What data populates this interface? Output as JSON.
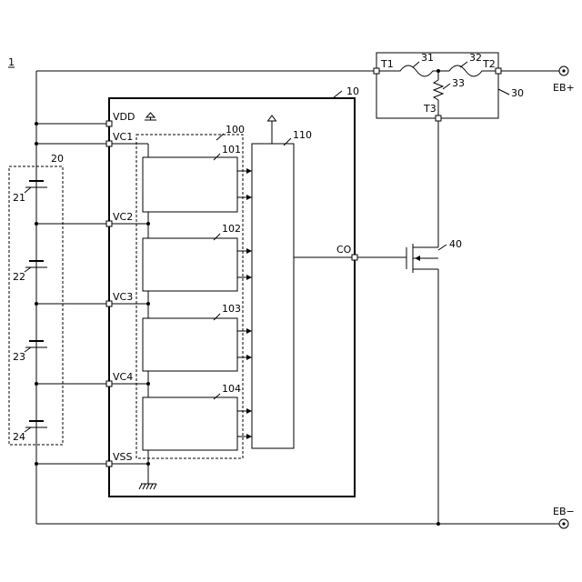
{
  "figure_number": "1",
  "ic": {
    "ref": "10",
    "pins": {
      "vdd": "VDD",
      "vc1": "VC1",
      "vc2": "VC2",
      "vc3": "VC3",
      "vc4": "VC4",
      "vss": "VSS",
      "co": "CO"
    }
  },
  "detector_group": {
    "ref": "100",
    "blocks": [
      "101",
      "102",
      "103",
      "104"
    ]
  },
  "logic_block": {
    "ref": "110"
  },
  "battery_pack": {
    "ref": "20",
    "cells": [
      "21",
      "22",
      "23",
      "24"
    ]
  },
  "protection_element": {
    "ref": "30",
    "terminals": {
      "t1": "T1",
      "t2": "T2",
      "t3": "T3"
    },
    "fuse_a": "31",
    "fuse_b": "32",
    "heater": "33"
  },
  "switch": {
    "ref": "40"
  },
  "external_terminals": {
    "positive": "EB+",
    "negative": "EB−"
  }
}
